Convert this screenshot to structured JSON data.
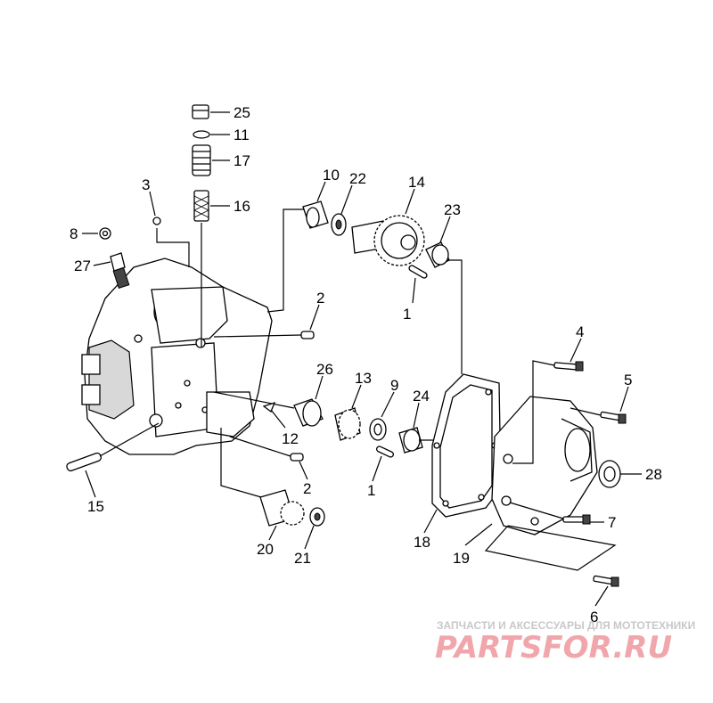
{
  "callouts": [
    {
      "id": "25",
      "text": "25"
    },
    {
      "id": "11",
      "text": "11"
    },
    {
      "id": "17",
      "text": "17"
    },
    {
      "id": "16",
      "text": "16"
    },
    {
      "id": "3",
      "text": "3"
    },
    {
      "id": "8",
      "text": "8"
    },
    {
      "id": "27",
      "text": "27"
    },
    {
      "id": "10",
      "text": "10"
    },
    {
      "id": "22",
      "text": "22"
    },
    {
      "id": "14",
      "text": "14"
    },
    {
      "id": "23",
      "text": "23"
    },
    {
      "id": "1a",
      "text": "1"
    },
    {
      "id": "2a",
      "text": "2"
    },
    {
      "id": "4",
      "text": "4"
    },
    {
      "id": "5",
      "text": "5"
    },
    {
      "id": "26",
      "text": "26"
    },
    {
      "id": "13",
      "text": "13"
    },
    {
      "id": "9",
      "text": "9"
    },
    {
      "id": "24",
      "text": "24"
    },
    {
      "id": "12",
      "text": "12"
    },
    {
      "id": "28",
      "text": "28"
    },
    {
      "id": "1b",
      "text": "1"
    },
    {
      "id": "2b",
      "text": "2"
    },
    {
      "id": "15",
      "text": "15"
    },
    {
      "id": "7",
      "text": "7"
    },
    {
      "id": "20",
      "text": "20"
    },
    {
      "id": "21",
      "text": "21"
    },
    {
      "id": "18",
      "text": "18"
    },
    {
      "id": "19",
      "text": "19"
    },
    {
      "id": "6",
      "text": "6"
    }
  ],
  "watermark": {
    "tagline": "ЗАПЧАСТИ И АКСЕССУАРЫ ДЛЯ МОТОТЕХНИКИ",
    "logo": "PARTSFOR.RU",
    "logo_color": "#f0a6ab"
  }
}
